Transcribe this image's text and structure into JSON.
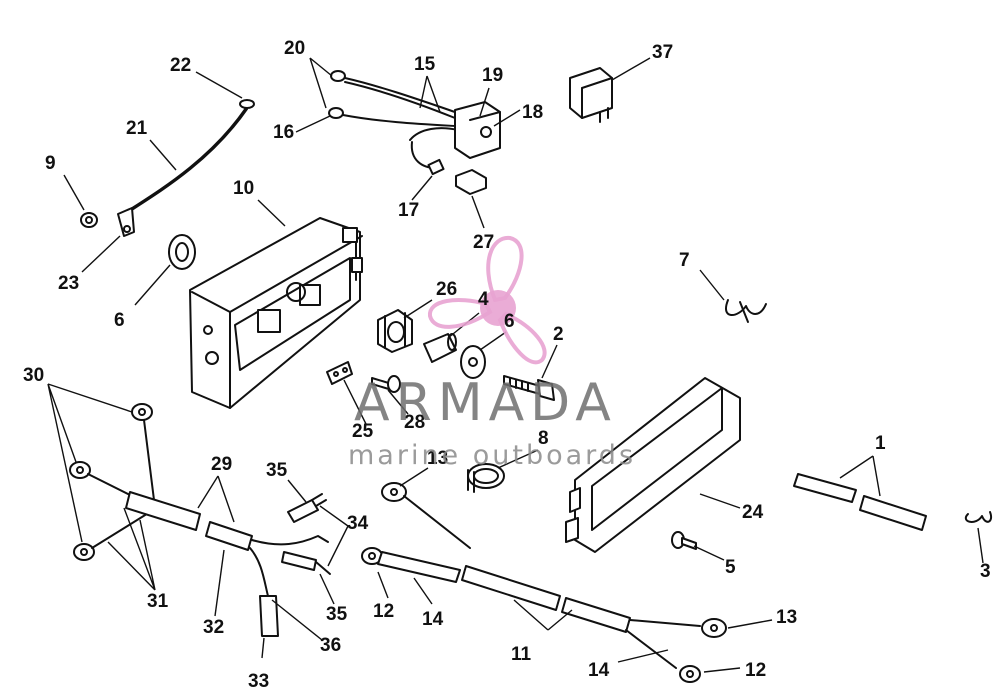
{
  "callouts": [
    {
      "text": "1"
    },
    {
      "text": "2"
    },
    {
      "text": "3"
    },
    {
      "text": "4"
    },
    {
      "text": "5"
    },
    {
      "text": "6"
    },
    {
      "text": "6"
    },
    {
      "text": "7"
    },
    {
      "text": "8"
    },
    {
      "text": "9"
    },
    {
      "text": "10"
    },
    {
      "text": "11"
    },
    {
      "text": "12"
    },
    {
      "text": "12"
    },
    {
      "text": "13"
    },
    {
      "text": "13"
    },
    {
      "text": "14"
    },
    {
      "text": "14"
    },
    {
      "text": "15"
    },
    {
      "text": "16"
    },
    {
      "text": "17"
    },
    {
      "text": "18"
    },
    {
      "text": "19"
    },
    {
      "text": "20"
    },
    {
      "text": "21"
    },
    {
      "text": "22"
    },
    {
      "text": "23"
    },
    {
      "text": "24"
    },
    {
      "text": "25"
    },
    {
      "text": "26"
    },
    {
      "text": "27"
    },
    {
      "text": "28"
    },
    {
      "text": "29"
    },
    {
      "text": "30"
    },
    {
      "text": "31"
    },
    {
      "text": "32"
    },
    {
      "text": "33"
    },
    {
      "text": "34"
    },
    {
      "text": "35"
    },
    {
      "text": "35"
    },
    {
      "text": "36"
    },
    {
      "text": "37"
    }
  ],
  "watermark": {
    "brand": "ARMADA",
    "tagline": "marine outboards",
    "logo_color": "#e8a3d2",
    "text_color": "#6e6e6e"
  }
}
